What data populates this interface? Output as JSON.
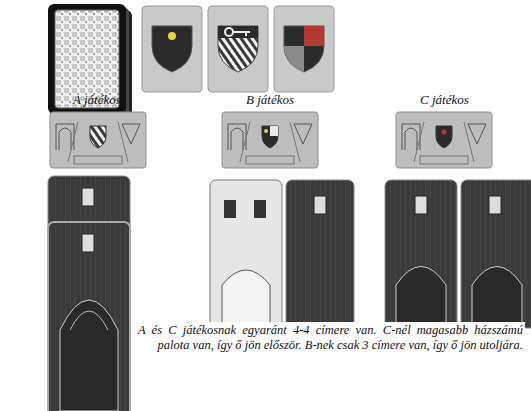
{
  "diagram": {
    "caption": "A és C játékosnak egyaránt 4-4 címere van. C-nél magasabb házszámú palota van, így ő jön először. B-nek csak 3 címere van, így ő jön utoljára.",
    "labels": [
      "A játékos",
      "B játékos",
      "C játékos"
    ]
  }
}
